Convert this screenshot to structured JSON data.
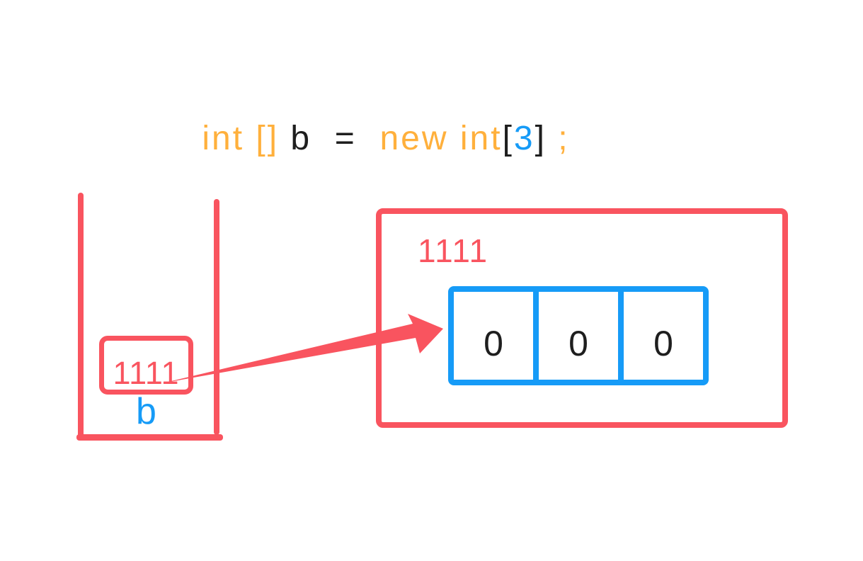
{
  "palette": {
    "pink": "#F9545F",
    "blue": "#169BF7",
    "orange": "#FFB03C",
    "dark": "#1E1E1E"
  },
  "code_line": {
    "segments": [
      {
        "text": "int [] ",
        "color": "orange"
      },
      {
        "text": "b  =  ",
        "color": "dark"
      },
      {
        "text": "new int",
        "color": "orange"
      },
      {
        "text": "[",
        "color": "dark"
      },
      {
        "text": "3",
        "color": "blue"
      },
      {
        "text": "]",
        "color": "dark"
      },
      {
        "text": " ;",
        "color": "orange"
      }
    ]
  },
  "stack": {
    "variable_box_value": "1111",
    "variable_name": "b"
  },
  "heap": {
    "object_address": "1111",
    "array_cells": [
      "0",
      "0",
      "0"
    ]
  },
  "icons": {
    "reference_arrow": "tapered-arrow-right"
  }
}
